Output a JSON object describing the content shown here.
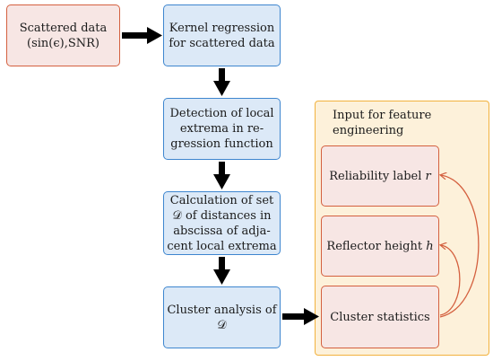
{
  "input_box": {
    "line1": "Scattered data",
    "line2": "(sin(ϵ),SNR)"
  },
  "process_steps": [
    {
      "lines": [
        "Kernel regression",
        "for scattered data"
      ]
    },
    {
      "lines": [
        "Detection of local",
        "extrema in re-",
        "gression function"
      ]
    },
    {
      "lines": [
        "Calculation of set",
        "𝒟 of distances in",
        "abscissa of adja-",
        "cent local extrema"
      ]
    },
    {
      "lines": [
        "Cluster analysis of 𝒟"
      ]
    }
  ],
  "feature_group": {
    "title_line1": "Input for feature",
    "title_line2": "engineering",
    "items": [
      {
        "label": "Reliability label 𝑟"
      },
      {
        "label": "Reflector height ℎ"
      },
      {
        "label": "Cluster statistics"
      }
    ]
  },
  "colors": {
    "input_fill": "#f7e6e4",
    "input_border": "#d4603f",
    "process_fill": "#dce9f7",
    "process_border": "#3e86cf",
    "group_fill": "#fdf1da",
    "group_border": "#f2b23e",
    "arrow": "#000000",
    "curve": "#d4603f"
  }
}
